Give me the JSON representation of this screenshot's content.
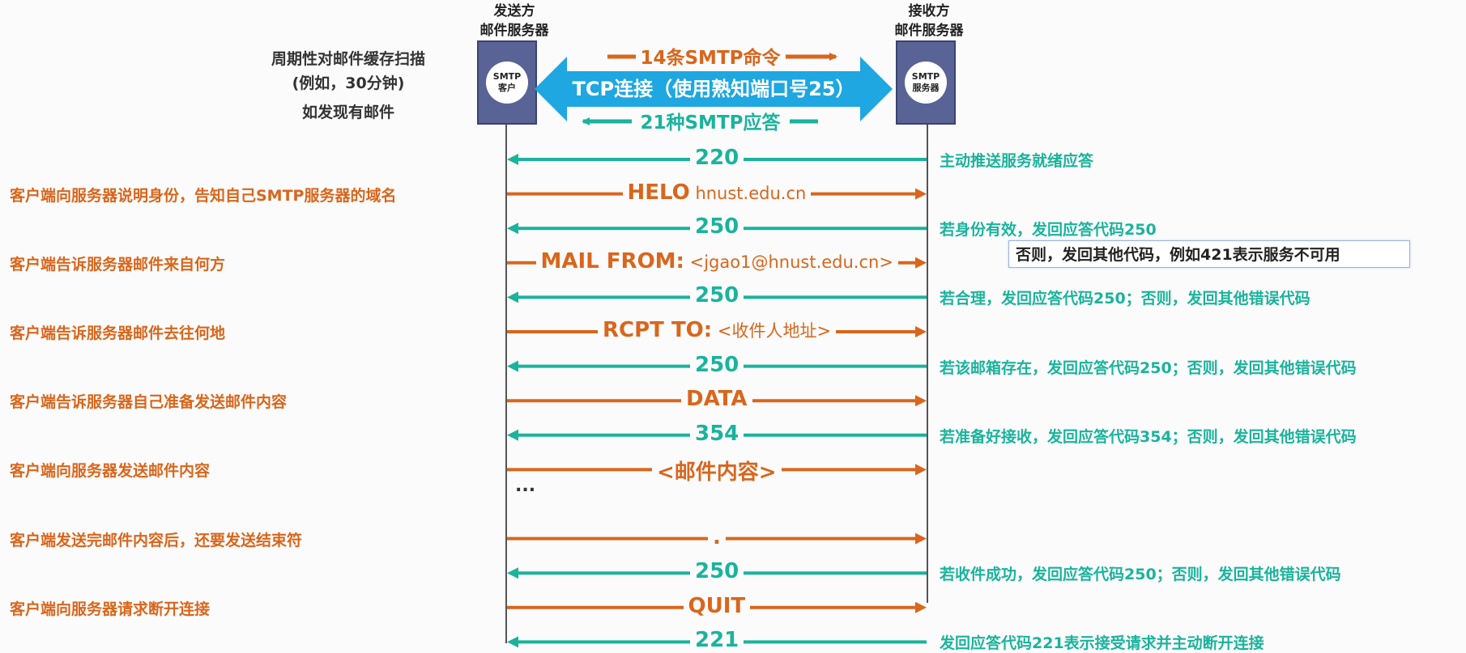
{
  "sender": {
    "title_line1": "发送方",
    "title_line2": "邮件服务器",
    "box_line1": "SMTP",
    "box_line2": "客户"
  },
  "receiver": {
    "title_line1": "接收方",
    "title_line2": "邮件服务器",
    "box_line1": "SMTP",
    "box_line2": "服务器"
  },
  "scan_note": {
    "line1": "周期性对邮件缓存扫描",
    "line2": "(例如，30分钟)",
    "line3": "如发现有邮件"
  },
  "tcp": {
    "commands": "14条SMTP命令",
    "connection": "TCP连接（使用熟知端口号25）",
    "replies": "21种SMTP应答"
  },
  "tooltip": "否则，发回其他代码，例如421表示服务不可用",
  "ellipsis": "...",
  "rows": [
    {
      "left": "",
      "cmd": "220",
      "arg": "",
      "right": "主动推送服务就绪应答"
    },
    {
      "left": "客户端向服务器说明身份，告知自己SMTP服务器的域名",
      "cmd": "HELO",
      "arg": "hnust.edu.cn",
      "right": ""
    },
    {
      "left": "",
      "cmd": "250",
      "arg": "",
      "right": "若身份有效，发回应答代码250"
    },
    {
      "left": "客户端告诉服务器邮件来自何方",
      "cmd": "MAIL FROM:",
      "arg": "<jgao1@hnust.edu.cn>",
      "right": ""
    },
    {
      "left": "",
      "cmd": "250",
      "arg": "",
      "right": "若合理，发回应答代码250；否则，发回其他错误代码"
    },
    {
      "left": "客户端告诉服务器邮件去往何地",
      "cmd": "RCPT TO:",
      "arg": "<收件人地址>",
      "right": ""
    },
    {
      "left": "",
      "cmd": "250",
      "arg": "",
      "right": "若该邮箱存在，发回应答代码250；否则，发回其他错误代码"
    },
    {
      "left": "客户端告诉服务器自己准备发送邮件内容",
      "cmd": "DATA",
      "arg": "",
      "right": ""
    },
    {
      "left": "",
      "cmd": "354",
      "arg": "",
      "right": "若准备好接收，发回应答代码354；否则，发回其他错误代码"
    },
    {
      "left": "客户端向服务器发送邮件内容",
      "cmd": "<邮件内容>",
      "arg": "",
      "right": ""
    },
    {
      "left": "客户端发送完邮件内容后，还要发送结束符",
      "cmd": ".",
      "arg": "",
      "right": ""
    },
    {
      "left": "",
      "cmd": "250",
      "arg": "",
      "right": "若收件成功，发回应答代码250；否则，发回其他错误代码"
    },
    {
      "left": "客户端向服务器请求断开连接",
      "cmd": "QUIT",
      "arg": "",
      "right": ""
    },
    {
      "left": "",
      "cmd": "221",
      "arg": "",
      "right": "发回应答代码221表示接受请求并主动断开连接"
    }
  ]
}
